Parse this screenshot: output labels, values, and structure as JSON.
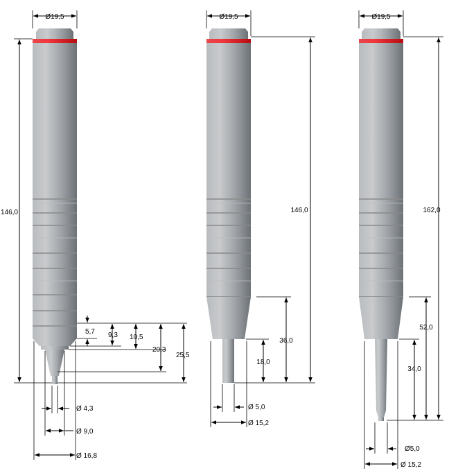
{
  "figure": {
    "probe_left": {
      "top_diameter": "Ø19,5",
      "total_length": "146,0",
      "lengths": [
        "5,7",
        "9,3",
        "10,5",
        "20,3",
        "25,5"
      ],
      "diameters": [
        "Ø 4,3",
        "Ø 9,0",
        "Ø 16,8"
      ]
    },
    "probe_middle": {
      "top_diameter": "Ø19,5",
      "total_length": "146,0",
      "lengths": [
        "36,0",
        "18,0"
      ],
      "diameters": [
        "Ø 5,0",
        "Ø 15,2"
      ]
    },
    "probe_right": {
      "top_diameter": "Ø19,5",
      "total_length": "162,0",
      "lengths": [
        "52,0",
        "34,0"
      ],
      "diameters": [
        "Ø5,0",
        "Ø 15,2"
      ]
    }
  },
  "colors": {
    "body": "#9fa2a6",
    "body_highlight": "#c9cbcd",
    "body_shadow": "#6e7378",
    "ring": "#e0141c",
    "line": "#000000"
  }
}
